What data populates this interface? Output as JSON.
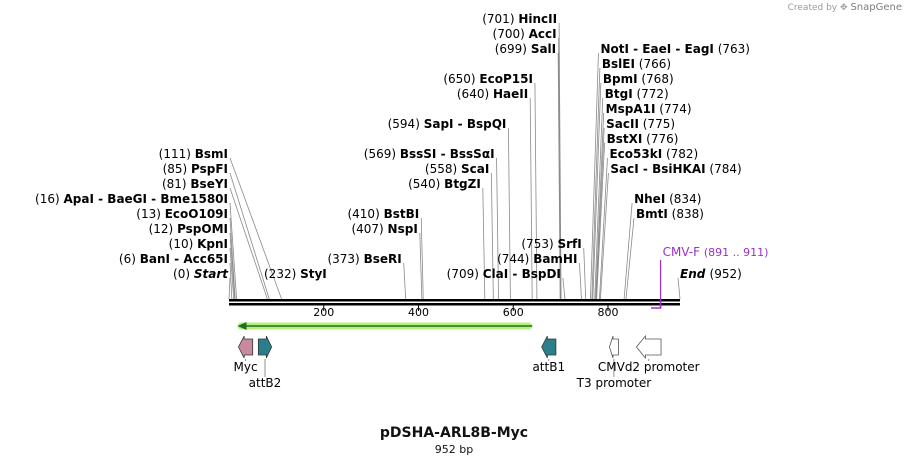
{
  "watermark": {
    "prefix": "Created by",
    "brand": "SnapGene"
  },
  "plasmid": {
    "name": "pDSHA-ARL8B-Myc",
    "length_label": "952 bp",
    "length": 952
  },
  "ruler": {
    "ticks": [
      200,
      400,
      600,
      800
    ]
  },
  "sites": [
    {
      "pos": 0,
      "pos_label": "(0)",
      "names": [
        "Start"
      ],
      "italic": true,
      "row": 0
    },
    {
      "pos": 6,
      "pos_label": "(6)",
      "names": [
        "BanI",
        "Acc65I"
      ],
      "row": 1
    },
    {
      "pos": 10,
      "pos_label": "(10)",
      "names": [
        "KpnI"
      ],
      "row": 2
    },
    {
      "pos": 12,
      "pos_label": "(12)",
      "names": [
        "PspOMI"
      ],
      "row": 3
    },
    {
      "pos": 13,
      "pos_label": "(13)",
      "names": [
        "EcoO109I"
      ],
      "row": 4
    },
    {
      "pos": 16,
      "pos_label": "(16)",
      "names": [
        "ApaI",
        "BaeGI",
        "Bme1580I"
      ],
      "row": 5
    },
    {
      "pos": 81,
      "pos_label": "(81)",
      "names": [
        "BseYI"
      ],
      "row": 6
    },
    {
      "pos": 85,
      "pos_label": "(85)",
      "names": [
        "PspFI"
      ],
      "row": 7
    },
    {
      "pos": 111,
      "pos_label": "(111)",
      "names": [
        "BsmI"
      ],
      "row": 8
    },
    {
      "pos": 232,
      "pos_label": "(232)",
      "names": [
        "StyI"
      ],
      "row": 0,
      "side": "right"
    },
    {
      "pos": 373,
      "pos_label": "(373)",
      "names": [
        "BseRI"
      ],
      "row": 1
    },
    {
      "pos": 407,
      "pos_label": "(407)",
      "names": [
        "NspI"
      ],
      "row": 3
    },
    {
      "pos": 410,
      "pos_label": "(410)",
      "names": [
        "BstBI"
      ],
      "row": 4
    },
    {
      "pos": 540,
      "pos_label": "(540)",
      "names": [
        "BtgZI"
      ],
      "row": 6
    },
    {
      "pos": 558,
      "pos_label": "(558)",
      "names": [
        "ScaI"
      ],
      "row": 7
    },
    {
      "pos": 569,
      "pos_label": "(569)",
      "names": [
        "BssSI",
        "BssSαI"
      ],
      "row": 8
    },
    {
      "pos": 594,
      "pos_label": "(594)",
      "names": [
        "SapI",
        "BspQI"
      ],
      "row": 10
    },
    {
      "pos": 640,
      "pos_label": "(640)",
      "names": [
        "HaeII"
      ],
      "row": 12
    },
    {
      "pos": 650,
      "pos_label": "(650)",
      "names": [
        "EcoP15I"
      ],
      "row": 13
    },
    {
      "pos": 699,
      "pos_label": "(699)",
      "names": [
        "SalI"
      ],
      "row": 15
    },
    {
      "pos": 700,
      "pos_label": "(700)",
      "names": [
        "AccI"
      ],
      "row": 16
    },
    {
      "pos": 701,
      "pos_label": "(701)",
      "names": [
        "HincII"
      ],
      "row": 17
    },
    {
      "pos": 709,
      "pos_label": "(709)",
      "names": [
        "ClaI",
        "BspDI"
      ],
      "row": 0
    },
    {
      "pos": 744,
      "pos_label": "(744)",
      "names": [
        "BamHI"
      ],
      "row": 1
    },
    {
      "pos": 753,
      "pos_label": "(753)",
      "names": [
        "SrfI"
      ],
      "row": 2
    },
    {
      "pos": 763,
      "pos_label": "(763)",
      "names": [
        "NotI",
        "EaeI",
        "EagI"
      ],
      "row": 15,
      "side": "right"
    },
    {
      "pos": 766,
      "pos_label": "(766)",
      "names": [
        "BslEI"
      ],
      "row": 14,
      "side": "right"
    },
    {
      "pos": 768,
      "pos_label": "(768)",
      "names": [
        "BpmI"
      ],
      "row": 13,
      "side": "right"
    },
    {
      "pos": 772,
      "pos_label": "(772)",
      "names": [
        "BtgI"
      ],
      "row": 12,
      "side": "right"
    },
    {
      "pos": 774,
      "pos_label": "(774)",
      "names": [
        "MspA1I"
      ],
      "row": 11,
      "side": "right"
    },
    {
      "pos": 775,
      "pos_label": "(775)",
      "names": [
        "SacII"
      ],
      "row": 10,
      "side": "right"
    },
    {
      "pos": 776,
      "pos_label": "(776)",
      "names": [
        "BstXI"
      ],
      "row": 9,
      "side": "right"
    },
    {
      "pos": 782,
      "pos_label": "(782)",
      "names": [
        "Eco53kI"
      ],
      "row": 8,
      "side": "right"
    },
    {
      "pos": 784,
      "pos_label": "(784)",
      "names": [
        "SacI",
        "BsiHKAI"
      ],
      "row": 7,
      "side": "right"
    },
    {
      "pos": 834,
      "pos_label": "(834)",
      "names": [
        "NheI"
      ],
      "row": 5,
      "side": "right"
    },
    {
      "pos": 838,
      "pos_label": "(838)",
      "names": [
        "BmtI"
      ],
      "row": 4,
      "side": "right"
    },
    {
      "pos": 952,
      "pos_label": "(952)",
      "names": [
        "End"
      ],
      "italic": true,
      "row": 0,
      "side": "right"
    }
  ],
  "primer": {
    "label": "CMV-F",
    "range_label": "(891 .. 911)",
    "start": 891,
    "end": 911,
    "color": "#9b2fc9"
  },
  "orf": {
    "start": 18,
    "end": 640,
    "direction": "reverse",
    "color": "#1f6f1f",
    "glow": "#b6ef7a"
  },
  "features": [
    {
      "name": "Myc",
      "start": 20,
      "end": 50,
      "direction": "reverse",
      "color": "#c98aa0",
      "label_row": 0
    },
    {
      "name": "attB2",
      "start": 62,
      "end": 90,
      "direction": "forward",
      "color": "#2a7f8a",
      "label_row": 1
    },
    {
      "name": "attB1",
      "start": 660,
      "end": 690,
      "direction": "reverse",
      "color": "#2a7f8a",
      "label_row": 0
    },
    {
      "name": "T3 promoter",
      "start": 803,
      "end": 822,
      "direction": "reverse",
      "color": "#ffffff",
      "label_row": 1
    },
    {
      "name": "CMVd2 promoter",
      "start": 860,
      "end": 912,
      "direction": "reverse",
      "color": "#ffffff",
      "label_row": 0
    }
  ],
  "colors": {
    "backbone": "#000000",
    "leader": "#8a8a8a",
    "text": "#000000"
  }
}
